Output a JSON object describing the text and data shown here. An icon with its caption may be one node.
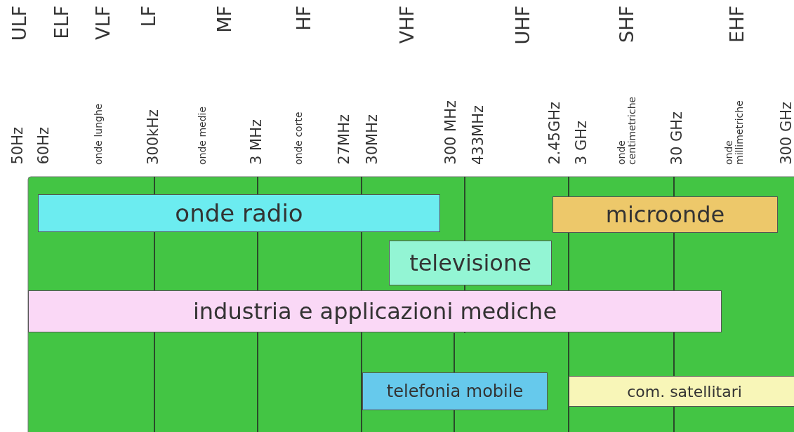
{
  "diagram": {
    "nodes": [
      {
        "text": [
          "onde radio"
        ]
      },
      {
        "text": [
          "microonde"
        ]
      },
      {
        "text": [
          "televisione"
        ]
      },
      {
        "text": [
          "industria e applicazioni mediche"
        ]
      },
      {
        "text": [
          "telefonia mobile"
        ]
      },
      {
        "text": [
          "com. satellitari"
        ]
      }
    ],
    "labels": [
      "ULF",
      "ELF",
      "VLF",
      "LF",
      "MF",
      "HF",
      "VHF",
      "UHF",
      "SHF",
      "EHF",
      "50Hz",
      "60Hz",
      "onde lunghe",
      "300kHz",
      "onde medie",
      "3 MHz",
      "onde corte",
      "27MHz",
      "30MHz",
      "300 MHz",
      "433MHz",
      "2.45GHz",
      "3 GHz",
      "onde centimetriche",
      "30 GHz",
      "onde millimetriche",
      "300 GHz"
    ]
  }
}
